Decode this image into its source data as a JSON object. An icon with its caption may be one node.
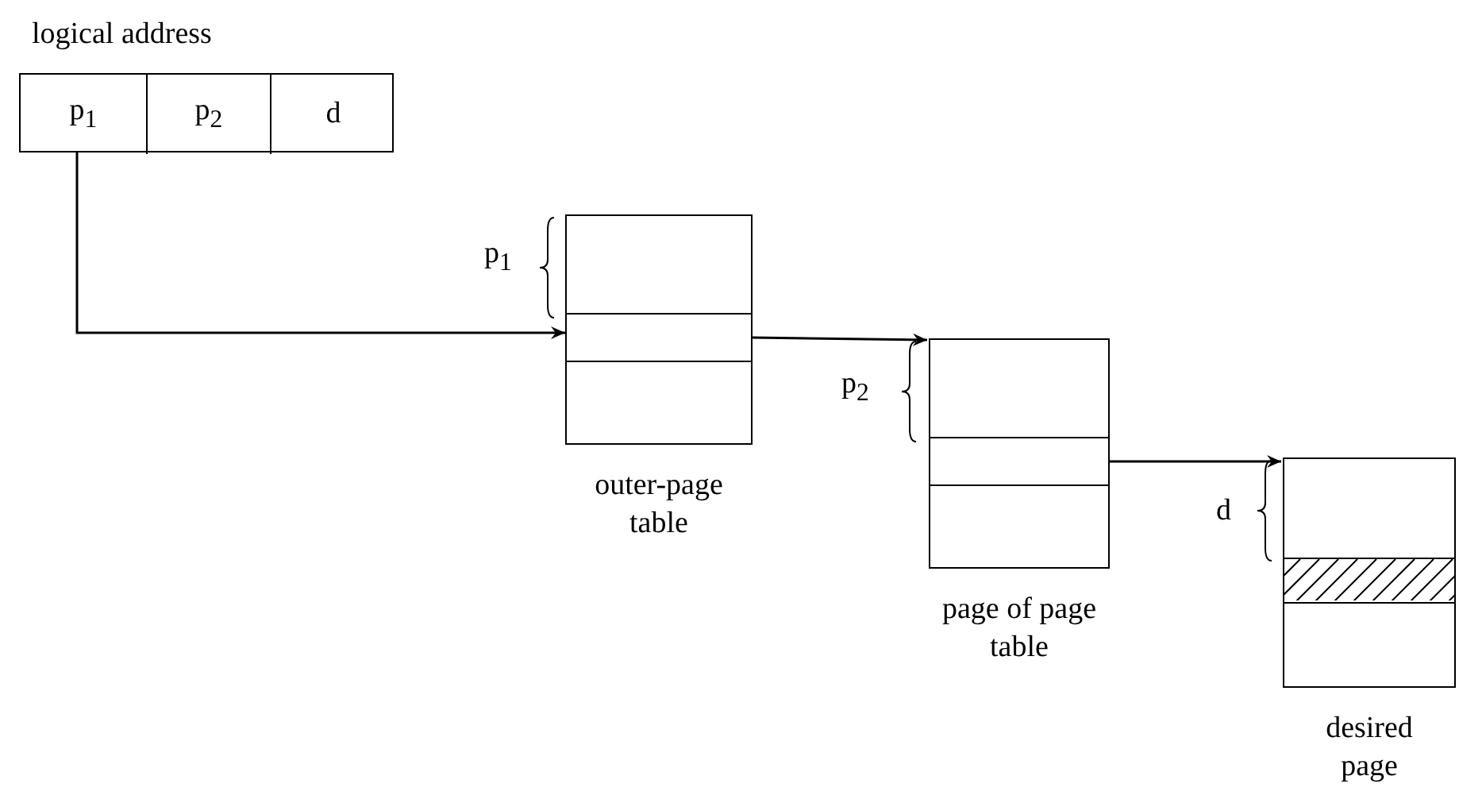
{
  "diagram": {
    "nodes": [
      {
        "text": [
          "logical address"
        ]
      },
      {
        "text": [
          "p$_{1}$"
        ],
        "in": 0
      },
      {
        "text": [
          "p$_{2}$"
        ],
        "in": 0
      },
      {
        "text": [
          "d"
        ],
        "in": 0
      },
      {
        "text": [
          "outer-page table"
        ]
      },
      {
        "text": [],
        "shape": "box",
        "in": 4
      },
      {
        "text": [
          "page of page table"
        ]
      },
      {
        "text": [],
        "shape": "box",
        "in": 6
      },
      {
        "text": [
          "desired page"
        ]
      },
      {
        "text": [],
        "shape": "box",
        "in": 8
      }
    ],
    "edges": [
      {
        "from": 1,
        "to": 5,
        "arrow": "to"
      },
      {
        "from": 5,
        "to": 6,
        "arrow": "to"
      },
      {
        "from": 7,
        "to": 8,
        "arrow": "to"
      }
    ],
    "labels": [
      "p$_{1}$",
      "p$_{2}$",
      "d"
    ]
  }
}
